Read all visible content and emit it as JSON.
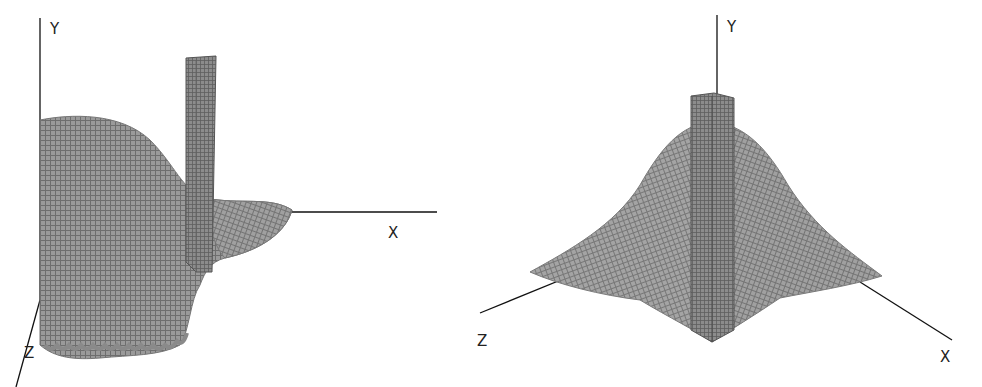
{
  "diagram": {
    "labels": [
      "Y",
      "X",
      "Z",
      "Y",
      "Z",
      "X"
    ]
  }
}
